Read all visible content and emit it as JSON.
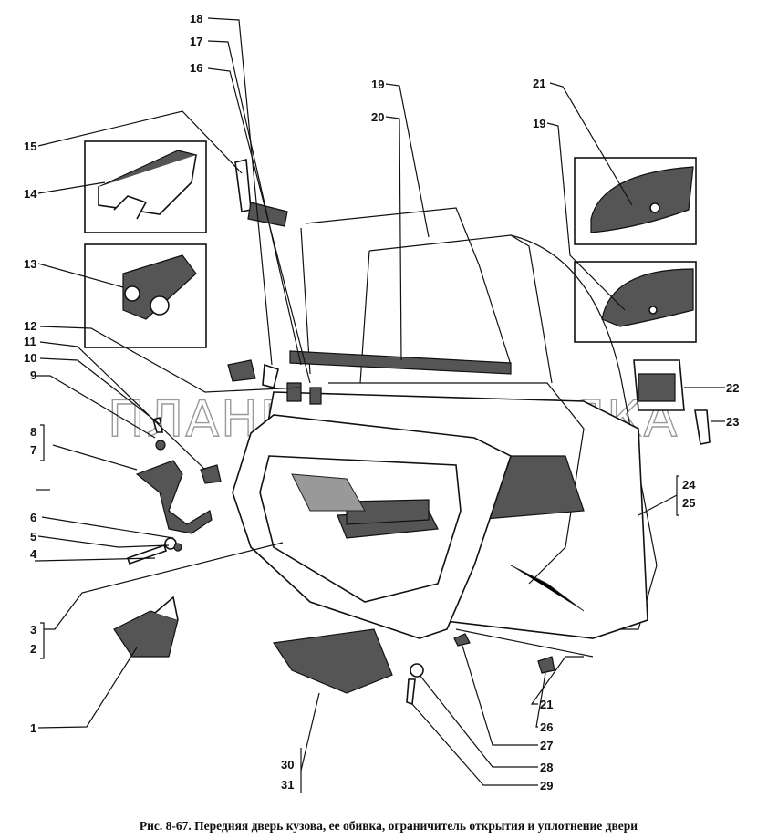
{
  "caption": "Рис. 8-67. Передняя дверь кузова, ее обивка, ограничитель открытия и уплотнение двери",
  "watermark": "ПЛАНЕТА ЖЕЛЕЗЯКА",
  "labels": {
    "l1": "1",
    "l2": "2",
    "l3": "3",
    "l4": "4",
    "l5": "5",
    "l6": "6",
    "l7": "7",
    "l8": "8",
    "l9": "9",
    "l10": "10",
    "l11": "11",
    "l12": "12",
    "l13": "13",
    "l14": "14",
    "l15": "15",
    "l16": "16",
    "l17": "17",
    "l18": "18",
    "l19a": "19",
    "l19b": "19",
    "l20": "20",
    "l21a": "21",
    "l21b": "21",
    "l22": "22",
    "l23": "23",
    "l24": "24",
    "l25": "25",
    "l26": "26",
    "l27": "27",
    "l28": "28",
    "l29": "29",
    "l30": "30",
    "l31": "31"
  }
}
